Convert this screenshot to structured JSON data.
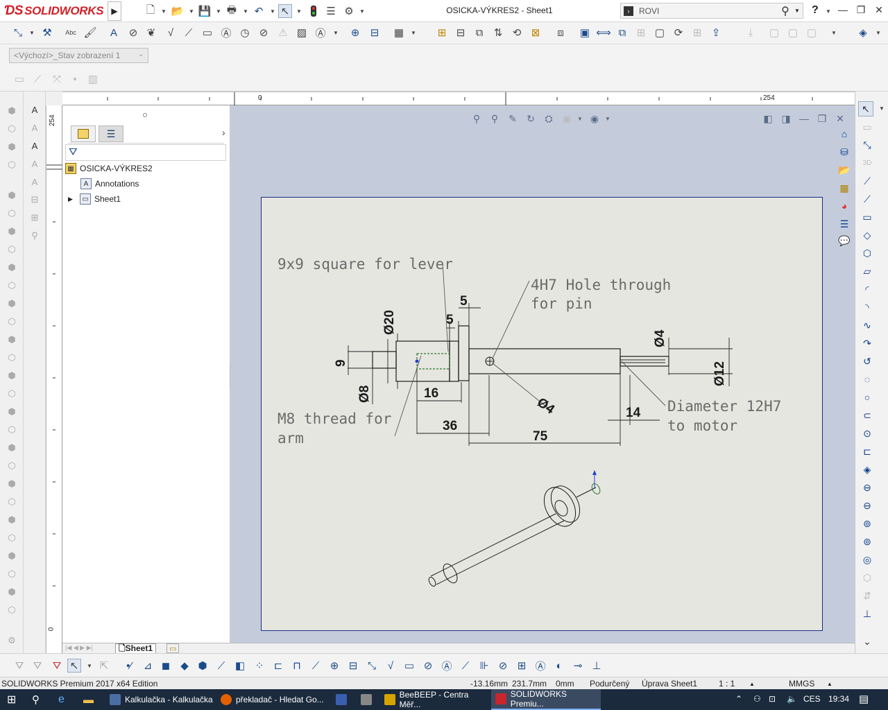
{
  "app": {
    "brand": "SOLIDWORKS",
    "document_title": "OSICKA-VÝKRES2 - Sheet1",
    "search_text": "ROVI",
    "help_label": "?"
  },
  "config": {
    "selector_value": "<Výchozí>_Stav zobrazení 1"
  },
  "feature_tree": {
    "root": "OSICKA-VÝKRES2",
    "items": [
      "Annotations",
      "Sheet1"
    ]
  },
  "rulers": {
    "h_ticks": [
      "0",
      "254"
    ],
    "v_ticks": [
      "254",
      "0"
    ]
  },
  "drawing": {
    "notes": {
      "square": "9x9 square for lever",
      "hole_line1": "4H7 Hole through",
      "hole_line2": "for pin",
      "thread_line1": "M8 thread for",
      "thread_line2": "arm",
      "diameter_line1": "Diameter 12H7",
      "diameter_line2": "to motor"
    },
    "dims": {
      "d5_top": "5",
      "d5_mid": "5",
      "dia20": "Ø20",
      "dia4_right": "Ø4",
      "sq9": "9",
      "dia12": "Ø12",
      "dia8": "Ø8",
      "d16": "16",
      "d36": "36",
      "d75": "75",
      "d14": "14",
      "dia4_hole": "Ø4"
    }
  },
  "sheet_tabs": {
    "active": "Sheet1"
  },
  "status": {
    "edition": "SOLIDWORKS Premium 2017 x64 Edition",
    "x": "-13.16mm",
    "y": "231.7mm",
    "z": "0mm",
    "state": "Podurčený",
    "editing": "Úprava Sheet1",
    "scale": "1 : 1",
    "units": "MMGS"
  },
  "taskbar": {
    "apps": [
      {
        "label": "Kalkulačka - Kalkulačka",
        "color": "#4a6fa5"
      },
      {
        "label": "překladač - Hledat Go...",
        "color": "#e66000"
      },
      {
        "label": "BeeBEEP - Centra Měř...",
        "color": "#d6a400"
      },
      {
        "label": "SOLIDWORKS Premiu...",
        "color": "#c8262d"
      }
    ],
    "lang": "CES",
    "time": "19:34"
  },
  "colors": {
    "sheet": "#e6e6e1",
    "viewport": "#c4ccdc",
    "drawing_line": "#1a1a1a",
    "note_text": "#6a6a6a",
    "brand_red": "#d32027"
  }
}
